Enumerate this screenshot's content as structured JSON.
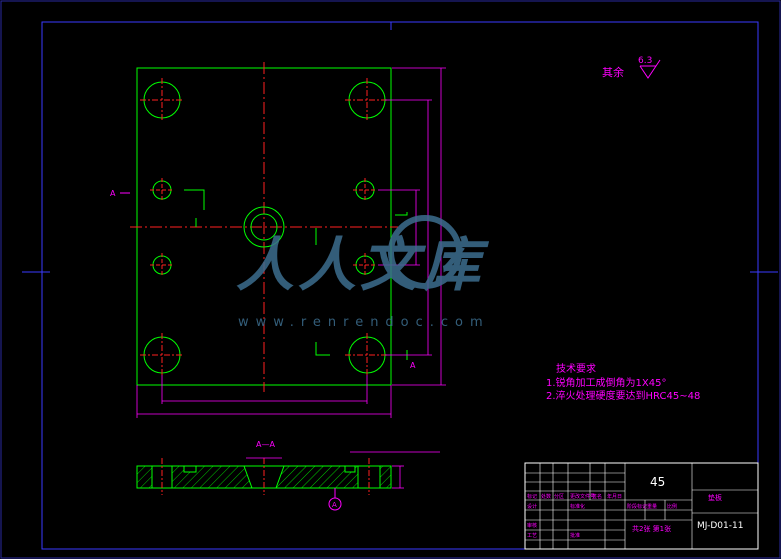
{
  "colors": {
    "background": "#000000",
    "frame": "#3a3aff",
    "outline": "#00ff00",
    "centerline": "#ff2020",
    "dimension": "#ff00ff",
    "text": "#ff00ff",
    "table": "#ffffff",
    "watermark": "#3c6e8f"
  },
  "surface_finish": {
    "prefix": "其余",
    "value": "6.3"
  },
  "section_markers": {
    "left_label": "A",
    "right_label": "A",
    "section_title": "A—A",
    "circle_label": "A"
  },
  "technical_requirements": {
    "heading": "技术要求",
    "items": [
      "1.锐角加工成倒角为1X45°",
      "2.淬火处理硬度要达到HRC45~48"
    ]
  },
  "title_block": {
    "material": "45",
    "part_name": "垫板",
    "drawing_number": "MJ-D01-11",
    "sheet_info": "共2张 第1张",
    "labels": [
      "标记",
      "处数",
      "分区",
      "更改文件号",
      "签名",
      "年月日",
      "设计",
      "标准化",
      "阶段标记",
      "重量",
      "比例",
      "审核",
      "工艺",
      "批准"
    ]
  },
  "watermark": {
    "text": "人人文库",
    "url": "www.renrendoc.com"
  }
}
